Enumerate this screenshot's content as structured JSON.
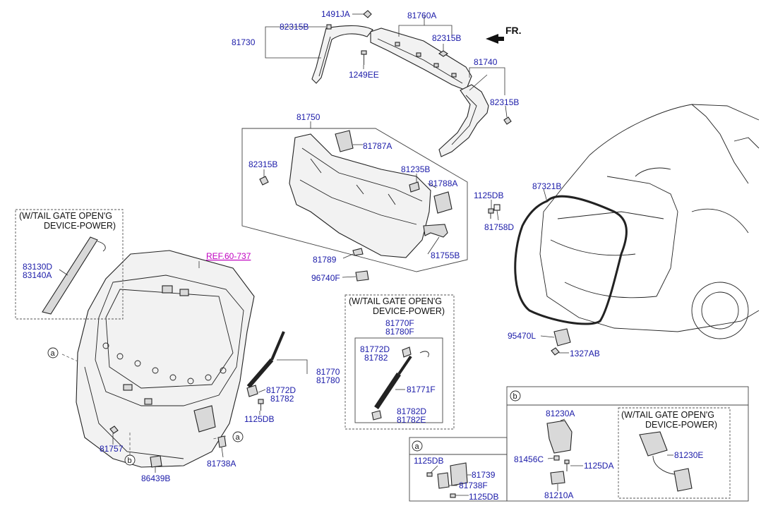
{
  "direction": {
    "label": "FR."
  },
  "callouts": {
    "c1491JA": "1491JA",
    "c81760A": "81760A",
    "c82315B_a": "82315B",
    "c81730": "81730",
    "c82315B_b": "82315B",
    "c1249EE": "1249EE",
    "c81740": "81740",
    "c82315B_c": "82315B",
    "c81750": "81750",
    "c81787A": "81787A",
    "c82315B_d": "82315B",
    "c81235B": "81235B",
    "c81788A": "81788A",
    "c1125DB_a": "1125DB",
    "c81758D": "81758D",
    "c81789": "81789",
    "c81755B": "81755B",
    "c96740F": "96740F",
    "c87321B": "87321B",
    "c95470L": "95470L",
    "c1327AB": "1327AB",
    "c83130D": "83130D",
    "c83140A": "83140A",
    "c81770": "81770",
    "c81780": "81780",
    "c81772D": "81772D",
    "c81782": "81782",
    "c1125DB_b": "1125DB",
    "c81757": "81757",
    "c86439B": "86439B",
    "c81738A": "81738A",
    "c81770F": "81770F",
    "c81780F": "81780F",
    "c81772D_p": "81772D",
    "c81782_p": "81782",
    "c81771F": "81771F",
    "c81782D": "81782D",
    "c81782E": "81782E",
    "c81230A": "81230A",
    "c81456C": "81456C",
    "c1125DA": "1125DA",
    "c81210A": "81210A",
    "c81230E": "81230E",
    "c1125DB_c": "1125DB",
    "c81739": "81739",
    "c81738F": "81738F",
    "c1125DB_d": "1125DB"
  },
  "reference": {
    "label": "REF.60-737"
  },
  "option_boxes": {
    "left_line1": "(W/TAIL GATE OPEN'G",
    "left_line2": "DEVICE-POWER)",
    "center_line1": "(W/TAIL GATE OPEN'G",
    "center_line2": "DEVICE-POWER)",
    "right_line1": "(W/TAIL GATE OPEN'G",
    "right_line2": "DEVICE-POWER)"
  },
  "detail_markers": {
    "a": "a",
    "b": "b"
  }
}
